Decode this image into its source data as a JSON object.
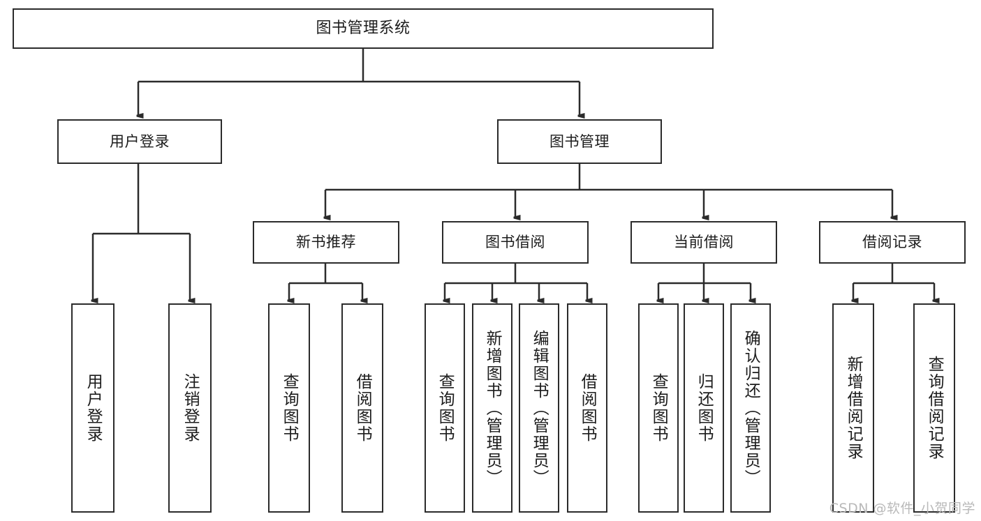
{
  "diagram": {
    "title": "图书管理系统",
    "type": "hierarchy-tree",
    "root": {
      "label": "图书管理系统"
    },
    "tier2": [
      {
        "label": "用户登录"
      },
      {
        "label": "图书管理"
      }
    ],
    "tier3": [
      {
        "label": "新书推荐"
      },
      {
        "label": "图书借阅"
      },
      {
        "label": "当前借阅"
      },
      {
        "label": "借阅记录"
      }
    ],
    "leaves": {
      "user_login": [
        {
          "label": "用户登录"
        },
        {
          "label": "注销登录"
        }
      ],
      "new_book_recommend": [
        {
          "label": "查询图书"
        },
        {
          "label": "借阅图书"
        }
      ],
      "book_borrow": [
        {
          "label": "查询图书"
        },
        {
          "label": "新增图书（管理员）"
        },
        {
          "label": "编辑图书（管理员）"
        },
        {
          "label": "借阅图书"
        }
      ],
      "current_borrow": [
        {
          "label": "查询图书"
        },
        {
          "label": "归还图书"
        },
        {
          "label": "确认归还（管理员）"
        }
      ],
      "borrow_record": [
        {
          "label": "新增借阅记录"
        },
        {
          "label": "查询借阅记录"
        }
      ]
    }
  },
  "watermark": {
    "text": "CSDN @软件_小贺同学"
  },
  "colors": {
    "stroke": "#2b2b2b",
    "background": "#ffffff",
    "text": "#1c1c1c",
    "watermark": "#b9b9b9"
  }
}
